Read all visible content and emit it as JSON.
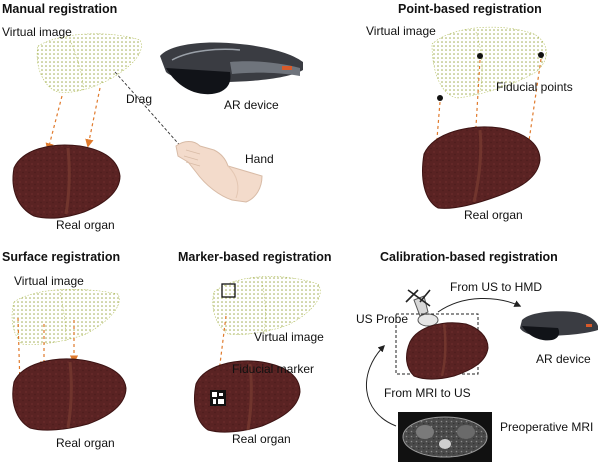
{
  "panels": {
    "manual": {
      "title": "Manual registration",
      "virtual_label": "Virtual image",
      "drag_label": "Drag",
      "device_label": "AR device",
      "hand_label": "Hand",
      "organ_label": "Real organ"
    },
    "point": {
      "title": "Point-based registration",
      "virtual_label": "Virtual image",
      "fiducial_label": "Fiducial points",
      "organ_label": "Real organ"
    },
    "surface": {
      "title": "Surface registration",
      "virtual_label": "Virtual image",
      "organ_label": "Real organ"
    },
    "marker": {
      "title": "Marker-based registration",
      "virtual_label": "Virtual image",
      "fiducial_label": "Fiducial marker",
      "organ_label": "Real organ"
    },
    "calibration": {
      "title": "Calibration-based registration",
      "us_to_hmd": "From US to HMD",
      "probe_label": "US Probe",
      "device_label": "AR device",
      "mri_to_us": "From MRI to US",
      "mri_label": "Preoperative MRI"
    }
  },
  "colors": {
    "organ": "#5a2323",
    "organ_edge": "#3c1313",
    "mesh": "#9aa844",
    "arrow": "#e07a2c"
  }
}
